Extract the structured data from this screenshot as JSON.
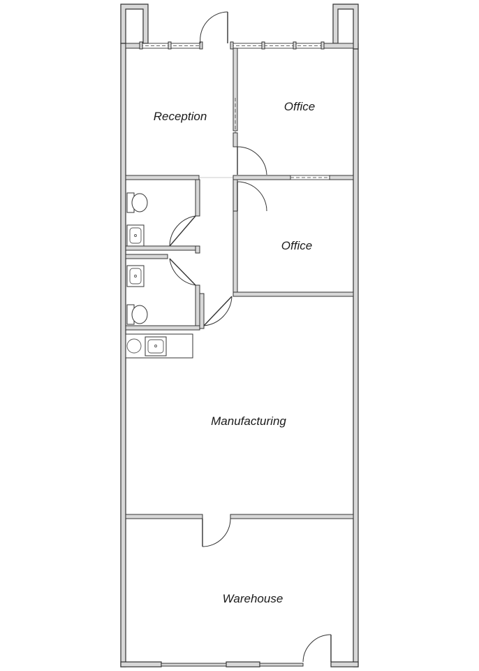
{
  "rooms": {
    "reception": "Reception",
    "office_upper": "Office",
    "office_lower": "Office",
    "manufacturing": "Manufacturing",
    "warehouse": "Warehouse"
  },
  "colors": {
    "wall_fill": "#d8d8d8",
    "wall_stroke": "#333333",
    "label": "#1a1a1a"
  }
}
